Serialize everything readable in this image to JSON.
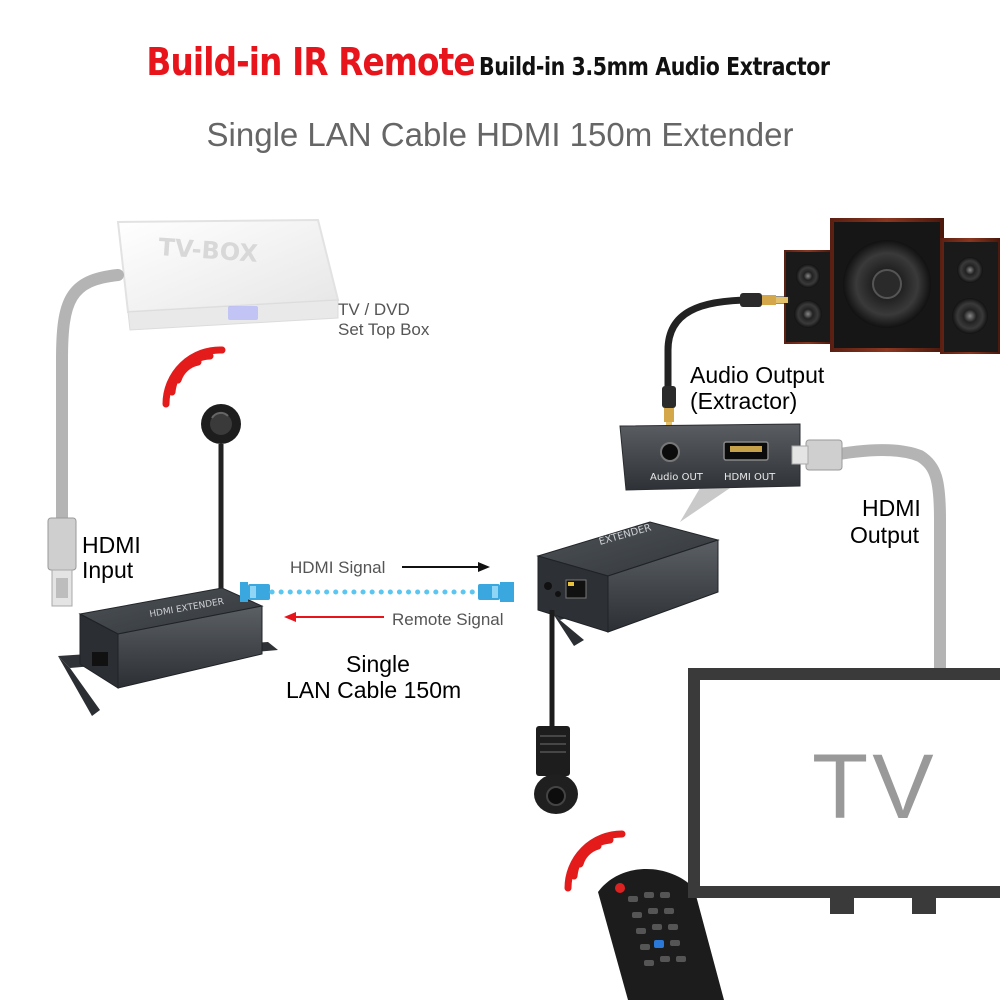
{
  "header": {
    "title_red": "Build-in IR Remote",
    "title_black": "Build-in 3.5mm Audio Extractor",
    "subtitle": "Single LAN Cable HDMI 150m Extender"
  },
  "labels": {
    "source_line1": "TV / DVD",
    "source_line2": "Set Top Box",
    "hdmi_input_line1": "HDMI",
    "hdmi_input_line2": "Input",
    "hdmi_signal": "HDMI Signal",
    "remote_signal": "Remote Signal",
    "cable_line1": "Single",
    "cable_line2": "LAN Cable 150m",
    "audio_output_line1": "Audio Output",
    "audio_output_line2": "(Extractor)",
    "hdmi_output_line1": "HDMI",
    "hdmi_output_line2": "Output",
    "tv": "TV"
  },
  "device_text": {
    "tv_box": "TV-BOX",
    "panel_audio_out": "Audio OUT",
    "panel_hdmi_out": "HDMI  OUT",
    "transmitter_face": "HDMI EXTENDER",
    "receiver_face": "EXTENDER"
  },
  "colors": {
    "title_red": "#e8141b",
    "arrow_red": "#e8141b",
    "ir_wave": "#e31b1b",
    "lan_dots": "#5bc7f0",
    "lan_plug": "#3aa7de",
    "device_body": "#3b3f43",
    "cable_gray": "#b4b4b4",
    "tv_outline": "#3a3a3a"
  },
  "icons": [
    "ir-wave-icon",
    "tv-box-icon",
    "hdmi-plug-icon",
    "ir-sensor-icon",
    "remote-control-icon",
    "speaker-icon",
    "audio-jack-icon"
  ]
}
